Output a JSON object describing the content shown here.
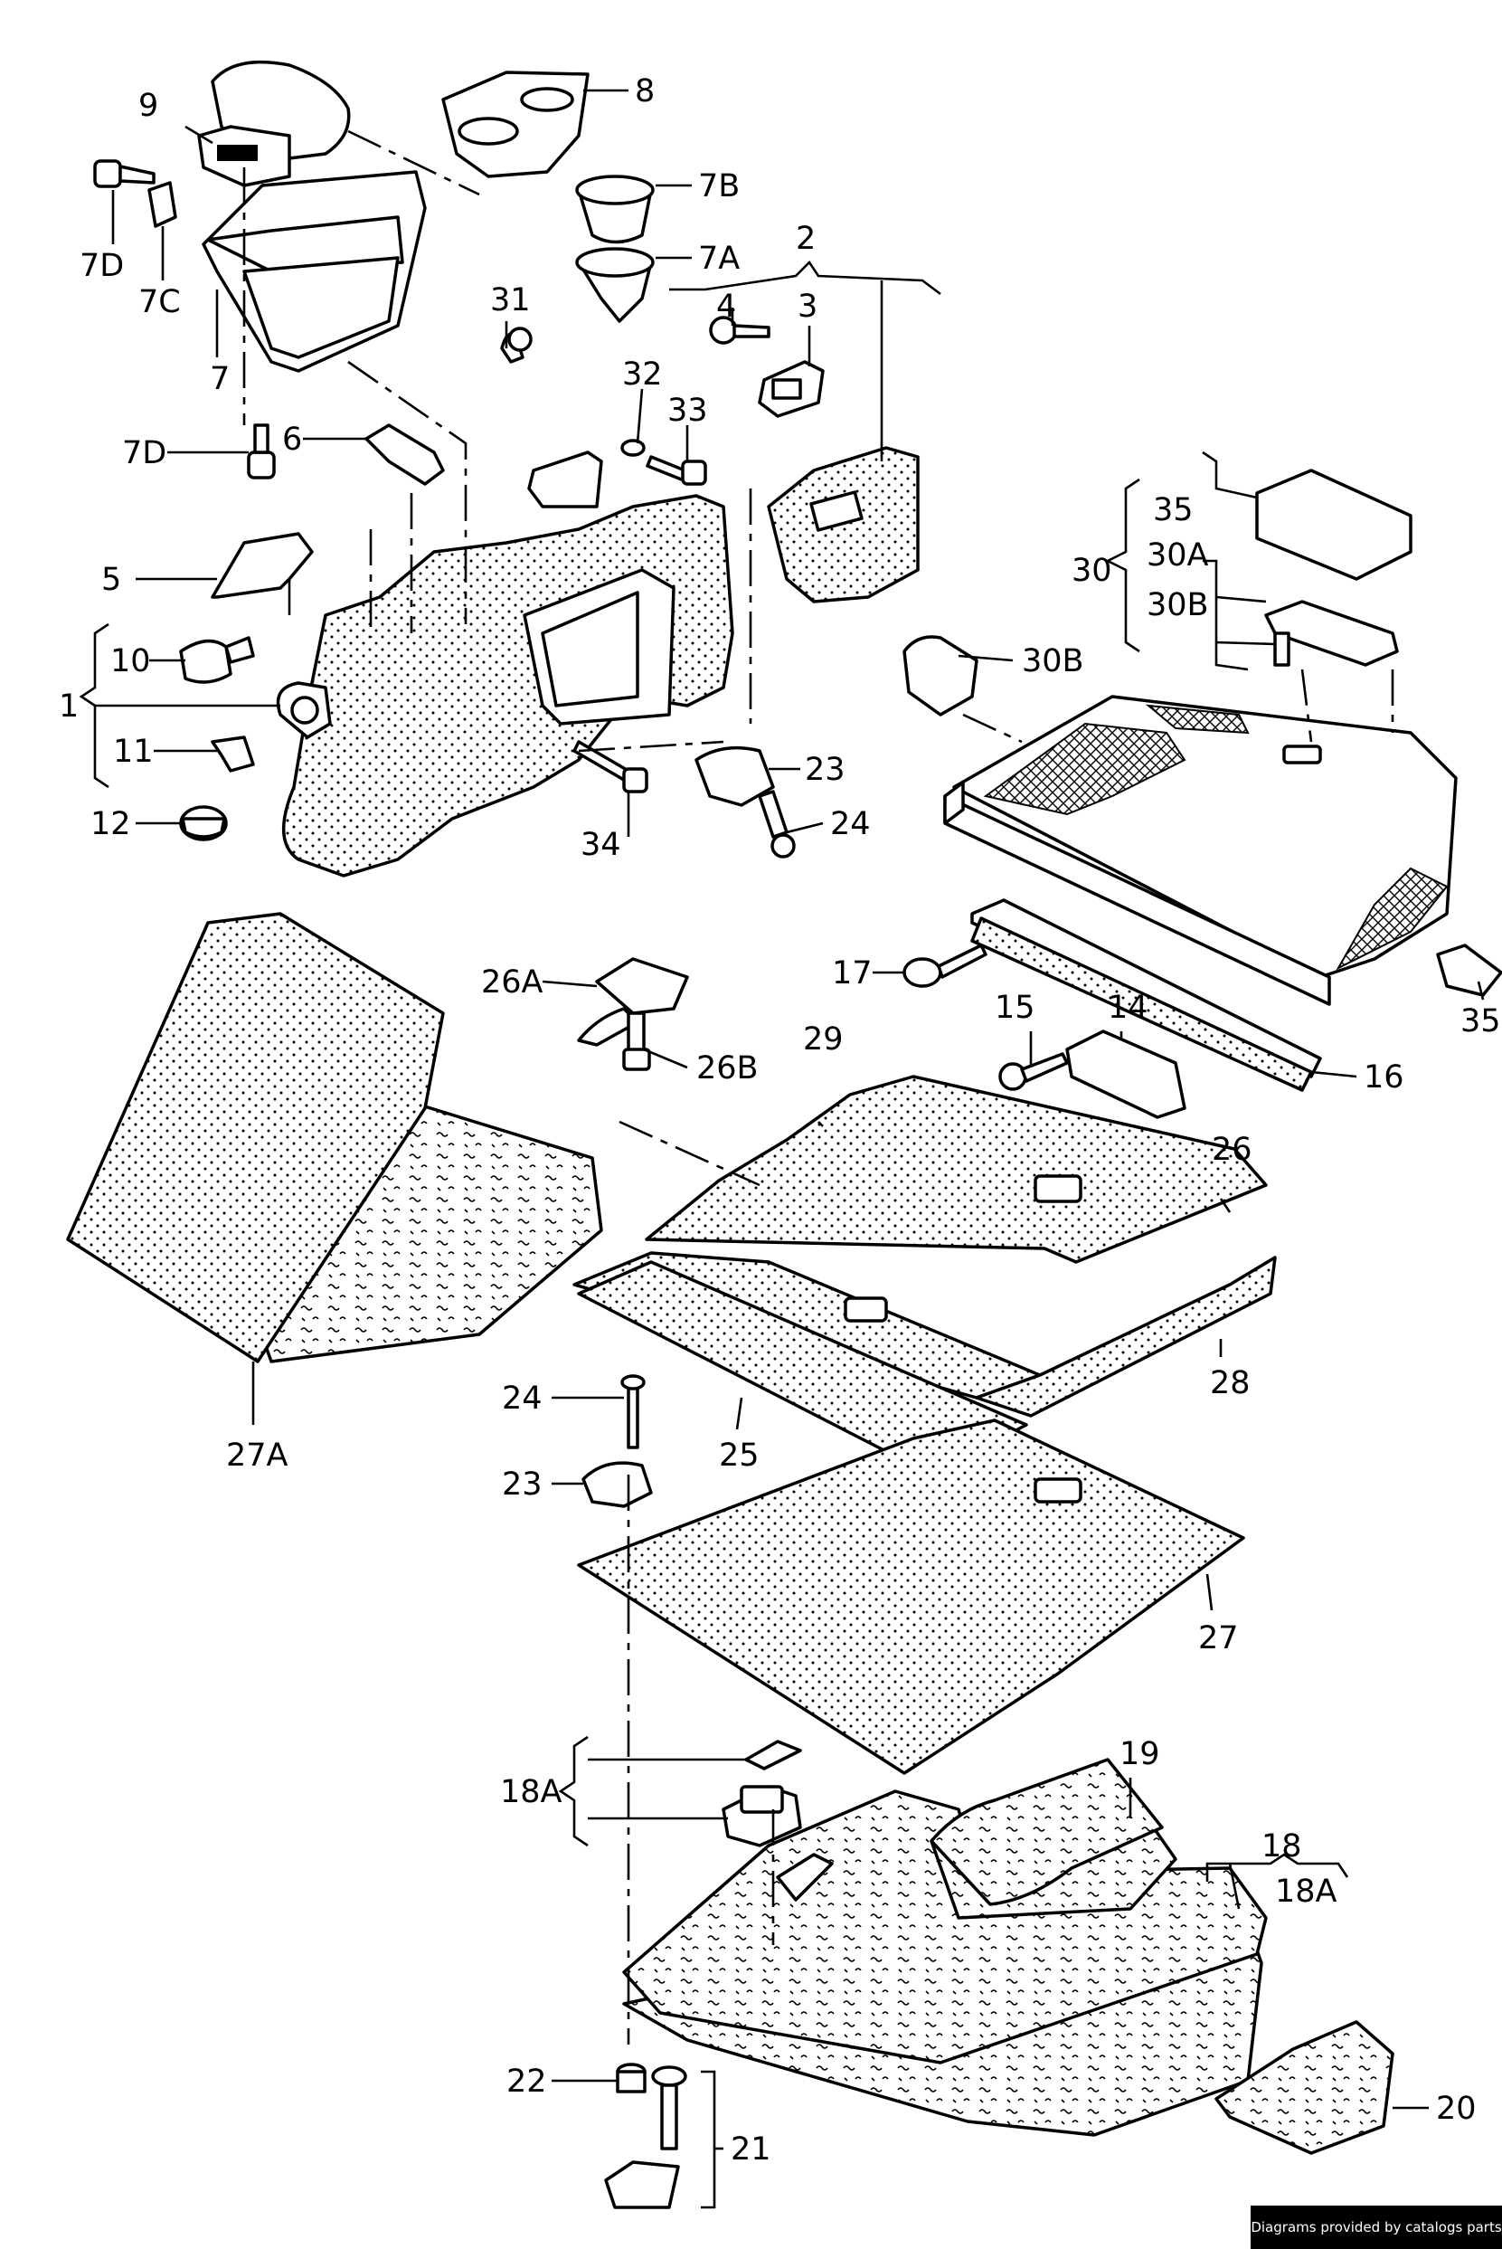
{
  "callouts": {
    "c1": "1",
    "c2": "2",
    "c3": "3",
    "c4": "4",
    "c5": "5",
    "c6": "6",
    "c7": "7",
    "c7A": "7A",
    "c7B": "7B",
    "c7C": "7C",
    "c7D_top": "7D",
    "c7D_bot": "7D",
    "c8": "8",
    "c9": "9",
    "c10": "10",
    "c11": "11",
    "c12": "12",
    "c14": "14",
    "c15": "15",
    "c16": "16",
    "c17": "17",
    "c18": "18",
    "c18A_right": "18A",
    "c18A_left": "18A",
    "c19": "19",
    "c20": "20",
    "c21": "21",
    "c22": "22",
    "c23_top": "23",
    "c23_mid": "23",
    "c24_top": "24",
    "c24_mid": "24",
    "c25": "25",
    "c26": "26",
    "c26A": "26A",
    "c26B": "26B",
    "c27": "27",
    "c27A": "27A",
    "c28": "28",
    "c29": "29",
    "c30": "30",
    "c30A": "30A",
    "c30B_top": "30B",
    "c30B_mid": "30B",
    "c31": "31",
    "c32": "32",
    "c33": "33",
    "c34": "34",
    "c35_top": "35",
    "c35_bot": "35"
  },
  "credit": "Diagrams provided by catalogs parts"
}
